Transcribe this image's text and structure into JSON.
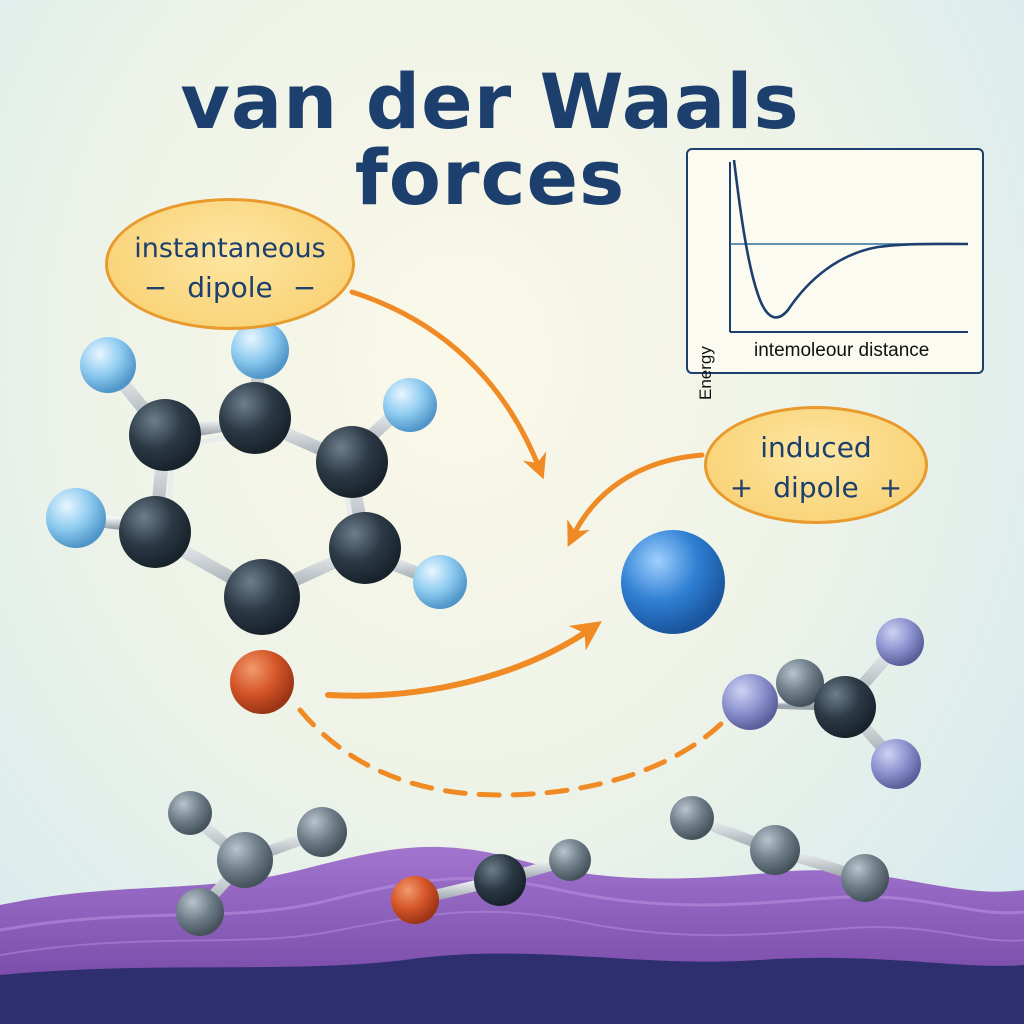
{
  "title": {
    "line1": "van der Waals",
    "line2": "forces"
  },
  "instantaneous_bubble": {
    "line1": "instantaneous",
    "line2": "dipole",
    "left_sign": "−",
    "right_sign": "−"
  },
  "induced_bubble": {
    "line1": "induced",
    "line2": "dipole",
    "left_sign": "+",
    "right_sign": "+"
  },
  "graph": {
    "ylabel": "Energy",
    "xlabel": "intemoleour distance"
  },
  "colors": {
    "title": "#1d3f6e",
    "arrow": "#f08a24",
    "bubble_fill": "#f8cd6b",
    "carbon": "#2c3a46",
    "hydrogen": "#7fc2ec",
    "oxygen": "#d45528",
    "induced_atom": "#2f7fd3",
    "surface": "#8b58b8"
  }
}
